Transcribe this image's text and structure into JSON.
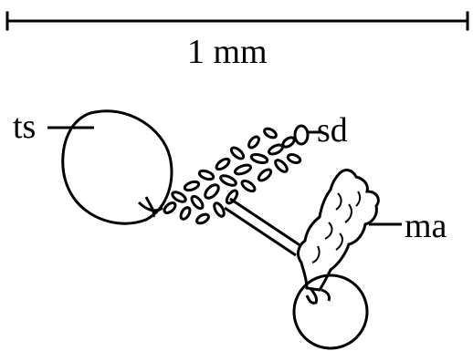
{
  "figure": {
    "scale_bar_label": "1 mm",
    "labels": {
      "ts": "ts",
      "sd": "sd",
      "ma": "ma"
    },
    "ink_color": "#000000",
    "background_color": "#ffffff"
  }
}
